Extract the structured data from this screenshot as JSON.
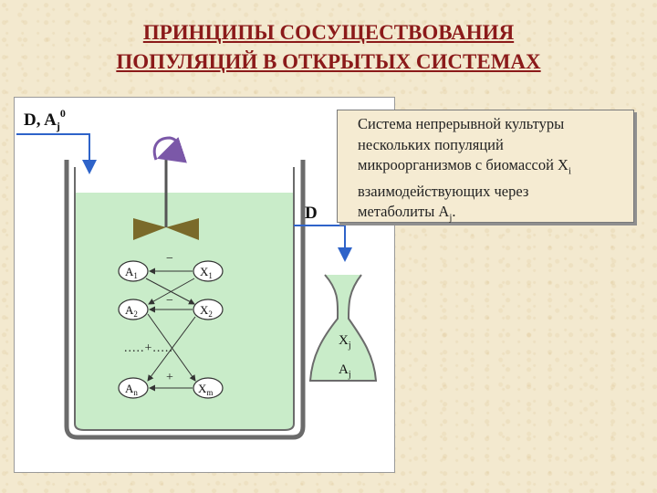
{
  "title": {
    "line1": "ПРИНЦИПЫ СОСУЩЕСТВОВАНИЯ",
    "line2": "ПОПУЛЯЦИЙ В ОТКРЫТЫХ СИСТЕМАХ"
  },
  "diagram": {
    "input_label": "D, A",
    "input_sub": "j",
    "input_sup": "0",
    "outflow_label": "D",
    "nodes": {
      "a1": "A",
      "a1_sub": "1",
      "x1": "X",
      "x1_sub": "1",
      "a2": "A",
      "a2_sub": "2",
      "x2": "X",
      "x2_sub": "2",
      "an": "A",
      "an_sub": "n",
      "xm": "X",
      "xm_sub": "m"
    },
    "signs": {
      "minus1": "−",
      "minus2": "−",
      "plus_dotted": ".....+.....",
      "plus": "+"
    },
    "flask_x": "X",
    "flask_x_sub": "j",
    "flask_a": "A",
    "flask_a_sub": "j",
    "colors": {
      "liquid": "#c9ecc9",
      "vessel": "#6b6b6b",
      "flow": "#2e63c9",
      "stirrer": "#7a6a2a",
      "rotation": "#7b58a8"
    }
  },
  "callout": {
    "line1": "Система непрерывной культуры",
    "line2": "нескольких популяций",
    "line3": "микроорганизмов с биомассой X",
    "line3_sub": "i",
    "line4": "взаимодействующих через",
    "line5": "метаболиты A",
    "line5_sub": "j",
    "line5_end": "."
  }
}
